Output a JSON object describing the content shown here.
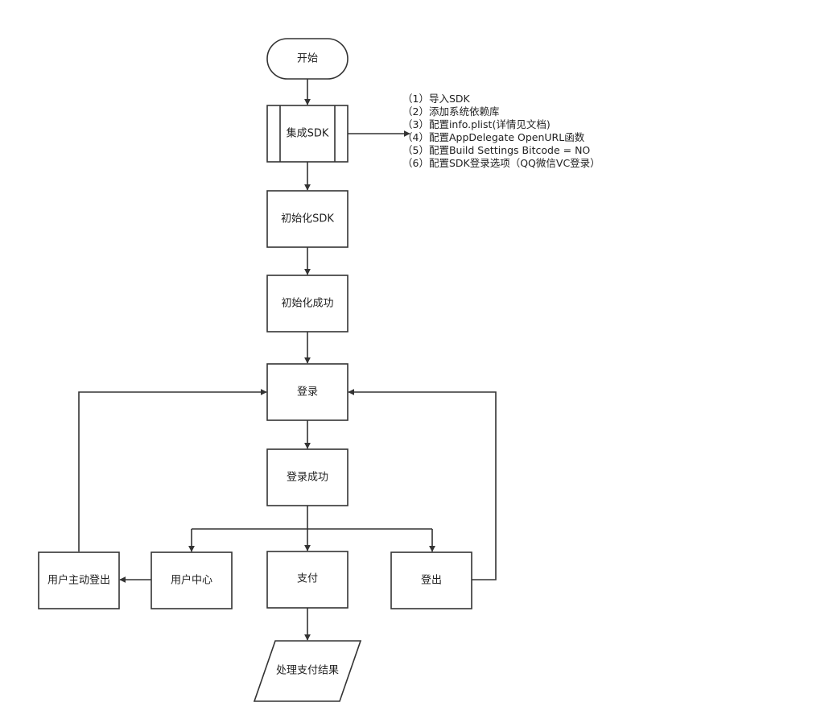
{
  "diagram": {
    "colors": {
      "stroke": "#333333",
      "fill": "#ffffff",
      "text": "#222222",
      "background": "#ffffff"
    },
    "nodes": {
      "start": "开始",
      "integrate_sdk": "集成SDK",
      "init_sdk": "初始化SDK",
      "init_success": "初始化成功",
      "login": "登录",
      "login_success": "登录成功",
      "user_center": "用户中心",
      "user_logout": "用户主动登出",
      "pay": "支付",
      "logout": "登出",
      "handle_pay_result": "处理支付结果"
    },
    "integration_steps": [
      "（1）导入SDK",
      "（2）添加系统依赖库",
      "（3）配置info.plist(详情见文档)",
      "（4）配置AppDelegate OpenURL函数",
      "（5）配置Build Settings  Bitcode = NO",
      "（6）配置SDK登录选项（QQ微信VC登录）"
    ]
  }
}
